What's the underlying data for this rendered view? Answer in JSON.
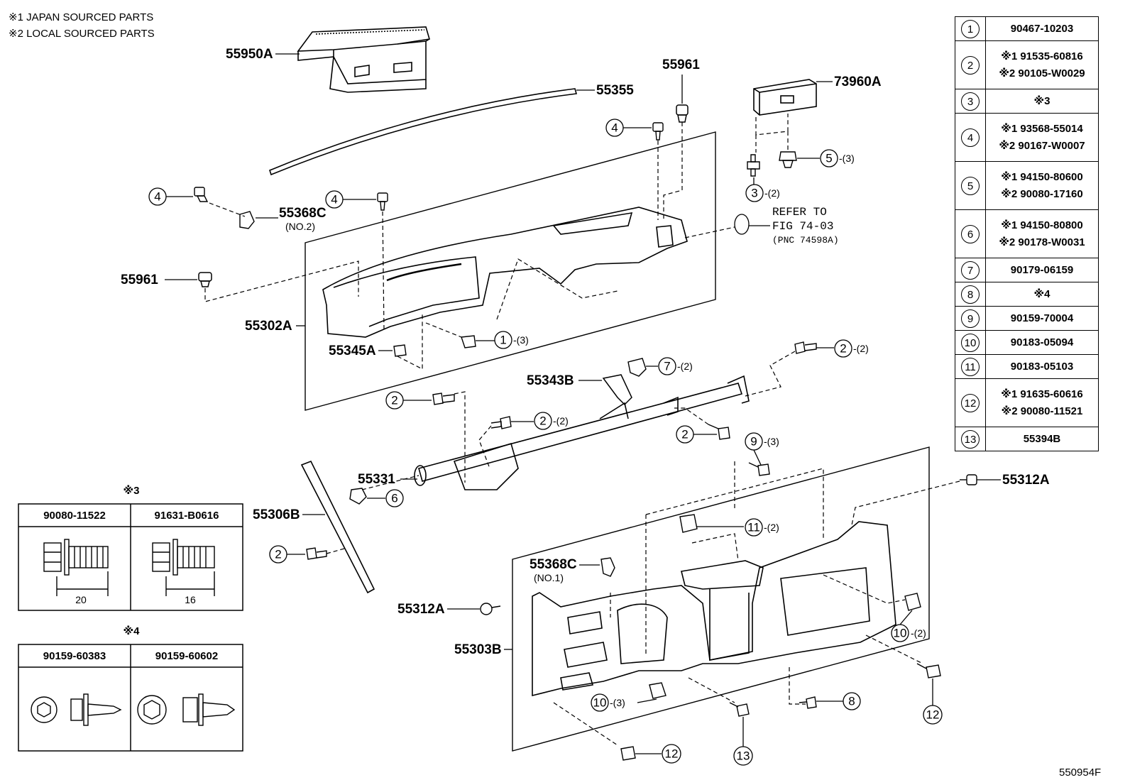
{
  "notes": {
    "japan": "※1 JAPAN SOURCED PARTS",
    "local": "※2 LOCAL SOURCED PARTS"
  },
  "parts": {
    "p55950A": "55950A",
    "p55355": "55355",
    "p55961_top": "55961",
    "p73960A": "73960A",
    "p55368C_top": "55368C",
    "p55368C_top_sub": "(NO.2)",
    "p55961_left": "55961",
    "p55302A": "55302A",
    "p55345A": "55345A",
    "p55343B": "55343B",
    "p55331": "55331",
    "p55306B": "55306B",
    "p55368C_bot": "55368C",
    "p55368C_bot_sub": "(NO.1)",
    "p55312A_left": "55312A",
    "p55303B": "55303B",
    "p55312A_right": "55312A"
  },
  "refer": {
    "line1": "REFER TO",
    "line2": "FIG 74-03",
    "line3": "(PNC 74598A)"
  },
  "callouts": {
    "c4_top": "4",
    "c5": "5",
    "c5_qty": "-(3)",
    "c3": "3",
    "c3_qty": "-(2)",
    "c4_left": "4",
    "c4_mid": "4",
    "c1": "1",
    "c1_qty": "-(3)",
    "c2_right": "2",
    "c2_right_qty": "-(2)",
    "c7": "7",
    "c7_qty": "-(2)",
    "c2_a": "2",
    "c2_b": "2",
    "c2_b_qty": "-(2)",
    "c2_c": "2",
    "c9": "9",
    "c9_qty": "-(3)",
    "c6": "6",
    "c2_d": "2",
    "c11": "11",
    "c11_qty": "-(2)",
    "c10_right": "10",
    "c10_right_qty": "-(2)",
    "c10_bot": "10",
    "c10_bot_qty": "-(3)",
    "c8": "8",
    "c12_right": "12",
    "c12_bot": "12",
    "c13": "13"
  },
  "legend": [
    {
      "idx": "1",
      "values": [
        "90467-10203"
      ]
    },
    {
      "idx": "2",
      "values": [
        "※1 91535-60816",
        "※2 90105-W0029"
      ]
    },
    {
      "idx": "3",
      "values": [
        "※3"
      ]
    },
    {
      "idx": "4",
      "values": [
        "※1 93568-55014",
        "※2 90167-W0007"
      ]
    },
    {
      "idx": "5",
      "values": [
        "※1 94150-80600",
        "※2 90080-17160"
      ]
    },
    {
      "idx": "6",
      "values": [
        "※1 94150-80800",
        "※2 90178-W0031"
      ]
    },
    {
      "idx": "7",
      "values": [
        "90179-06159"
      ]
    },
    {
      "idx": "8",
      "values": [
        "※4"
      ]
    },
    {
      "idx": "9",
      "values": [
        "90159-70004"
      ]
    },
    {
      "idx": "10",
      "values": [
        "90183-05094"
      ]
    },
    {
      "idx": "11",
      "values": [
        "90183-05103"
      ]
    },
    {
      "idx": "12",
      "values": [
        "※1 91635-60616",
        "※2 90080-11521"
      ]
    },
    {
      "idx": "13",
      "values": [
        "55394B"
      ]
    }
  ],
  "box3": {
    "title": "※3",
    "col1": "90080-11522",
    "col2": "91631-B0616",
    "dim1": "20",
    "dim2": "16"
  },
  "box4": {
    "title": "※4",
    "col1": "90159-60383",
    "col2": "90159-60602"
  },
  "figure_id": "550954F"
}
